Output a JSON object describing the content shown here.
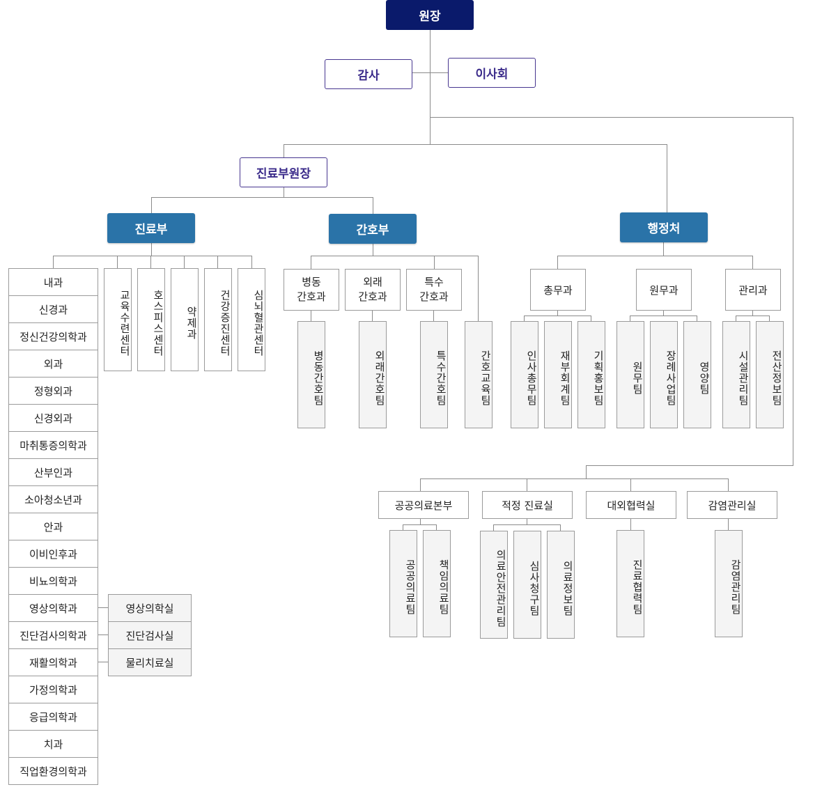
{
  "director": "원장",
  "audit": "감사",
  "board": "이사회",
  "medical_director": "진료부원장",
  "medical_dept": "진료부",
  "nursing_dept": "간호부",
  "admin_office": "행정처",
  "clinical_depts": [
    "내과",
    "신경과",
    "정신건강의학과",
    "외과",
    "정형외과",
    "신경외과",
    "마취통증의학과",
    "산부인과",
    "소아청소년과",
    "안과",
    "이비인후과",
    "비뇨의학과",
    "영상의학과",
    "진단검사의학과",
    "재활의학과",
    "가정의학과",
    "응급의학과",
    "치과",
    "직업환경의학과"
  ],
  "medical_centers": [
    "교육수련센터",
    "호스피스센터",
    "약제과",
    "건강증진센터",
    "심뇌혈관센터"
  ],
  "imaging_rooms": [
    "영상의학실",
    "진단검사실",
    "물리치료실"
  ],
  "nursing_units": [
    "병동\n간호과",
    "외래\n간호과",
    "특수\n간호과"
  ],
  "nursing_teams": [
    "병동간호팀",
    "외래간호팀",
    "특수간호팀",
    "간호교육팀"
  ],
  "admin_depts": [
    "총무과",
    "원무과",
    "관리과"
  ],
  "admin_teams": [
    "인사총무팀",
    "재부회계팀",
    "기획홍보팀",
    "원무팀",
    "장례사업팀",
    "영양팀",
    "시설관리팀",
    "전산정보팀"
  ],
  "lower_depts": [
    "공공의료본부",
    "적정 진료실",
    "대외협력실",
    "감염관리실"
  ],
  "lower_teams": [
    "공공의료팀",
    "책임의료팀",
    "의료안전관리팀",
    "심사청구팀",
    "의료정보팀",
    "진료협력팀",
    "감염관리팀"
  ],
  "colors": {
    "top": "#0a1a6b",
    "purple": "#46358f",
    "blue": "#2a73a8",
    "gray_fill": "#f4f4f4",
    "line": "#8a8a8a"
  }
}
